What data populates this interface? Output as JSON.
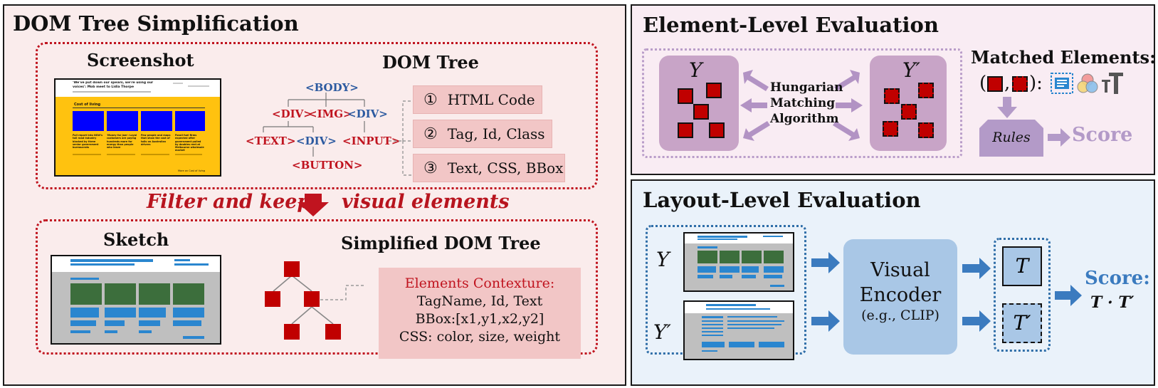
{
  "dom_panel": {
    "title": "DOM Tree Simplification",
    "screenshot_label": "Screenshot",
    "dom_tree_label": "DOM Tree",
    "screenshot_thumb": {
      "headline": "'We've put down our spears, we're using our voices': Mob meet to Lidia Thorpe",
      "section": "Cost of living",
      "story_1": "Full report into NSW's toll road industry blocked by three senior government bureaucrats",
      "story_2": "'Money for jam': Loyal customers are paying hundreds more for energy than people who leave",
      "story_3": "Few people and maps that show the cost of tolls on Australian drivers",
      "story_4": "Fossil fuel firms expected after government pulled by doubles rent at Melbourne wholesale market",
      "footer": "More on Cost of living"
    },
    "nodes": {
      "body": "<BODY>",
      "div1": "<DIV>",
      "img": "<IMG>",
      "div2": "<DIV>",
      "text": "<TEXT>",
      "div3": "<DIV>",
      "input": "<INPUT>",
      "button": "<BUTTON>"
    },
    "attr_boxes": [
      {
        "num": "①",
        "label": "HTML Code"
      },
      {
        "num": "②",
        "label": "Tag, Id, Class"
      },
      {
        "num": "③",
        "label": "Text, CSS, BBox"
      }
    ],
    "filter_left": "Filter and keep",
    "filter_right": "visual elements",
    "sketch_label": "Sketch",
    "simplified_label": "Simplified DOM Tree",
    "context": {
      "heading": "Elements Contexture:",
      "line1": "TagName, Id, Text",
      "line2": "BBox:[x1,y1,x2,y2]",
      "line3": "CSS: color, size, weight"
    }
  },
  "element_panel": {
    "title": "Element-Level Evaluation",
    "y": "Y",
    "y_prime": "Y′",
    "algo_line1": "Hungarian",
    "algo_line2": "Matching",
    "algo_line3": "Algorithm",
    "matched_title": "Matched Elements:",
    "pair_open": "(",
    "pair_comma": ",",
    "pair_close": "):",
    "rules": "Rules",
    "score": "Score"
  },
  "layout_panel": {
    "title": "Layout-Level Evaluation",
    "y": "Y",
    "y_prime": "Y′",
    "encoder_line1": "Visual",
    "encoder_line2": "Encoder",
    "encoder_line3": "(e.g., CLIP)",
    "t": "T",
    "t_prime": "T′",
    "score_label": "Score:",
    "score_formula": "T · T′"
  },
  "colors": {
    "dom_red": "#c0141f",
    "dom_blue": "#2c5aa0",
    "purple": "#b39ac8",
    "arrow_blue": "#3b7bbf",
    "sketch_green": "#3c6e3c",
    "sketch_blue": "#2a86cf"
  }
}
